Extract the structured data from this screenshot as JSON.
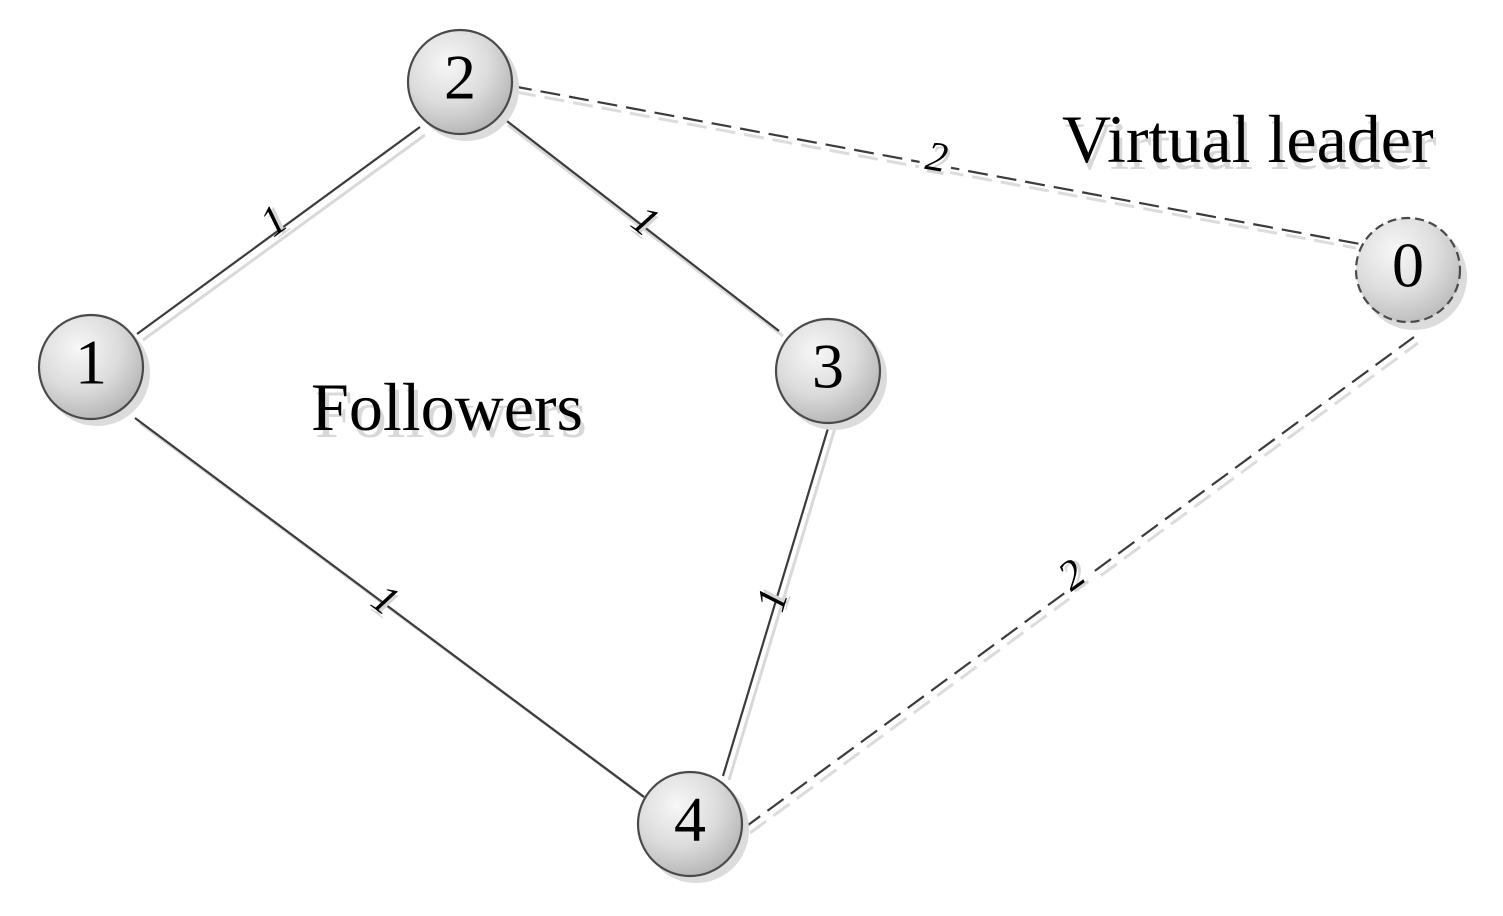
{
  "labels": {
    "followers": "Followers",
    "virtual_leader": "Virtual leader"
  },
  "nodes": [
    {
      "id": "2",
      "label": "2",
      "role": "follower"
    },
    {
      "id": "1",
      "label": "1",
      "role": "follower"
    },
    {
      "id": "3",
      "label": "3",
      "role": "follower"
    },
    {
      "id": "4",
      "label": "4",
      "role": "follower"
    },
    {
      "id": "0",
      "label": "0",
      "role": "virtual-leader"
    }
  ],
  "edges": [
    {
      "from": "2",
      "to": "1",
      "weight": "1",
      "style": "solid"
    },
    {
      "from": "2",
      "to": "3",
      "weight": "1",
      "style": "solid"
    },
    {
      "from": "1",
      "to": "4",
      "weight": "1",
      "style": "solid"
    },
    {
      "from": "3",
      "to": "4",
      "weight": "1",
      "style": "solid"
    },
    {
      "from": "2",
      "to": "0",
      "weight": "2",
      "style": "dashed"
    },
    {
      "from": "4",
      "to": "0",
      "weight": "2",
      "style": "dashed"
    }
  ],
  "colors": {
    "node_fill_light": "#f4f4f4",
    "node_fill_dark": "#b8b8b8",
    "stroke": "#3c3c3c"
  }
}
